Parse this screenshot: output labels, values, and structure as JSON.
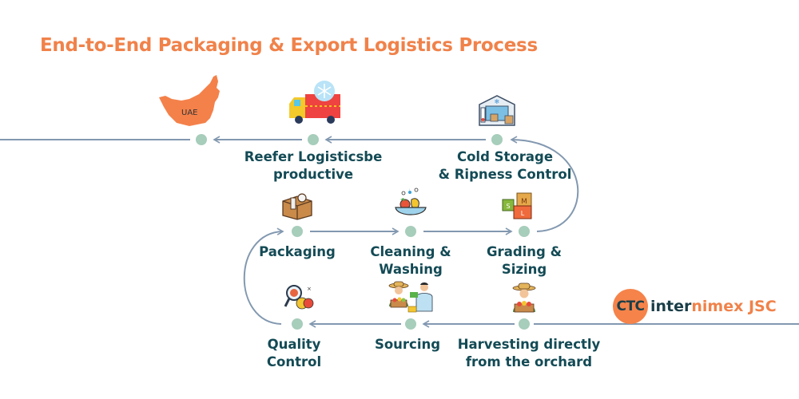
{
  "title": "End-to-End Packaging & Export Logistics Process",
  "colors": {
    "title": "#f0824a",
    "label": "#134a55",
    "line": "#8298b0",
    "dot": "#a7cdbb",
    "brand_orange": "#f5834a",
    "brand_dark": "#1a3e48"
  },
  "steps": [
    {
      "id": "harvesting",
      "label_lines": [
        "Harvesting directly",
        "from the orchard"
      ],
      "icon": "farmer-basket-icon"
    },
    {
      "id": "sourcing",
      "label_lines": [
        "Sourcing"
      ],
      "icon": "farmer-buyer-trade-icon"
    },
    {
      "id": "quality-control",
      "label_lines": [
        "Quality",
        "Control"
      ],
      "icon": "magnifier-fruit-inspection-icon"
    },
    {
      "id": "packaging",
      "label_lines": [
        "Packaging"
      ],
      "icon": "cardboard-box-tape-icon"
    },
    {
      "id": "cleaning",
      "label_lines": [
        "Cleaning &",
        "Washing"
      ],
      "icon": "washing-bowl-vegetables-icon"
    },
    {
      "id": "grading",
      "label_lines": [
        "Grading &",
        "Sizing"
      ],
      "icon": "size-boxes-sml-icon"
    },
    {
      "id": "cold-storage",
      "label_lines": [
        "Cold Storage",
        "& Ripness Control"
      ],
      "icon": "cold-warehouse-icon"
    },
    {
      "id": "reefer",
      "label_lines": [
        "Reefer Logisticsbe",
        "productive"
      ],
      "icon": "reefer-truck-icon"
    },
    {
      "id": "destination",
      "label_lines": [],
      "icon": "uae-map-icon",
      "map_label": "UAE"
    }
  ],
  "logo": {
    "badge": "CTC",
    "name_part1": "inter",
    "name_part2": "nimex JSC"
  }
}
